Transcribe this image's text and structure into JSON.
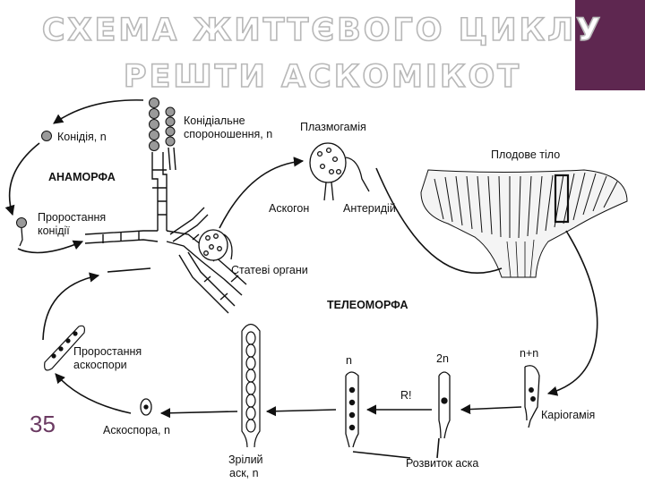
{
  "title": {
    "line1": "СХЕМА ЖИТТЄВОГО ЦИКЛУ",
    "line2": "РЕШТИ АСКОМІКОТ"
  },
  "page_number": "35",
  "colors": {
    "corner_bar": "#5e2750",
    "line": "#111111",
    "title_outline": "#b8b8b8"
  },
  "labels": {
    "conidia": "Конідія, n",
    "conidial_sporulation_1": "Конідіальне",
    "conidial_sporulation_2": "спороношення, n",
    "anamorph": "АНАМОРФА",
    "conidium_germination_1": "Проростання",
    "conidium_germination_2": "конідії",
    "sex_organs": "Статеві органи",
    "plasmogamy": "Плазмогамія",
    "ascogonium": "Аскогон",
    "antheridium": "Антеридій",
    "fruit_body": "Плодове тіло",
    "teleomorph": "ТЕЛЕОМОРФА",
    "ascospore_germination_1": "Проростання",
    "ascospore_germination_2": "аскоспори",
    "ascospore": "Аскоспора, n",
    "mature_ascus_1": "Зрілий",
    "mature_ascus_2": "аск, n",
    "ascus_development": "Розвиток аска",
    "karyogamy": "Каріогамія",
    "meiosis": "R!",
    "ploidy_n": "n",
    "ploidy_2n": "2n",
    "ploidy_n_plus_n": "n+n"
  }
}
